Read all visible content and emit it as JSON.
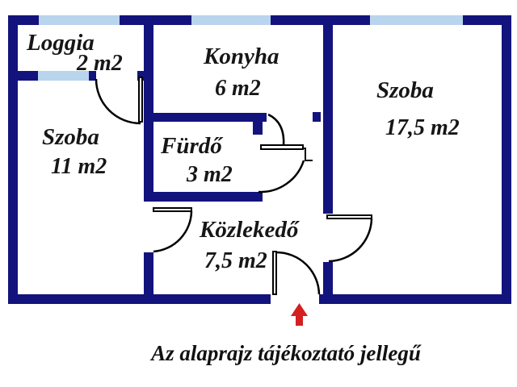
{
  "diagram": {
    "type": "apartment-floor-plan",
    "caption": "Az alaprajz tájékoztató jellegű",
    "rooms": [
      {
        "name": "Loggia",
        "area": "2 m2"
      },
      {
        "name": "Konyha",
        "area": "6 m2"
      },
      {
        "name": "Szoba",
        "area": "17,5 m2"
      },
      {
        "name": "Szoba",
        "area": "11 m2"
      },
      {
        "name": "Fürdő",
        "area": "3 m2"
      },
      {
        "name": "Közlekedő",
        "area": "7,5 m2"
      }
    ],
    "entrance_marker": "red-up-arrow",
    "colors": {
      "wall": "#13137d",
      "window": "#b9d4ed",
      "door_line": "#000000",
      "entrance_arrow": "#d42020",
      "background": "#ffffff",
      "text": "#161616"
    }
  }
}
